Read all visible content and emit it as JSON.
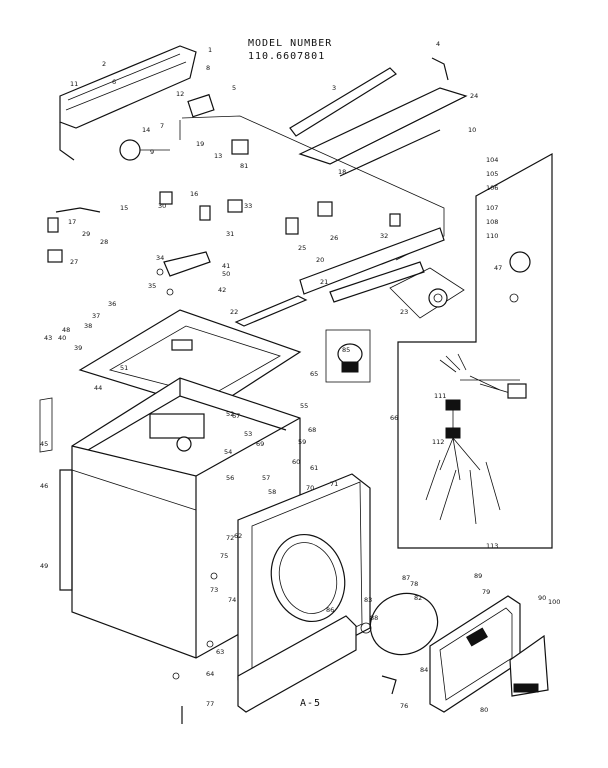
{
  "header": {
    "model_label": "MODEL NUMBER",
    "model_number": "110.6607801"
  },
  "footer": {
    "page_ref": "A-5"
  },
  "part_labels": [
    "1",
    "2",
    "3",
    "4",
    "5",
    "6",
    "7",
    "8",
    "9",
    "10",
    "11",
    "12",
    "13",
    "14",
    "15",
    "16",
    "17",
    "18",
    "19",
    "20",
    "21",
    "22",
    "23",
    "24",
    "25",
    "26",
    "27",
    "28",
    "29",
    "30",
    "31",
    "32",
    "33",
    "34",
    "35",
    "36",
    "37",
    "38",
    "39",
    "40",
    "41",
    "42",
    "43",
    "44",
    "45",
    "46",
    "47",
    "48",
    "49",
    "50",
    "51",
    "52",
    "53",
    "54",
    "55",
    "56",
    "57",
    "58",
    "59",
    "60",
    "61",
    "62",
    "63",
    "64",
    "65",
    "66",
    "67",
    "68",
    "69",
    "70",
    "71",
    "72",
    "73",
    "74",
    "75",
    "76",
    "77",
    "78",
    "79",
    "80",
    "81",
    "82",
    "83",
    "84",
    "85",
    "86",
    "87",
    "88",
    "89",
    "90",
    "100",
    "104",
    "105",
    "106",
    "107",
    "108",
    "110",
    "111",
    "112",
    "113"
  ]
}
